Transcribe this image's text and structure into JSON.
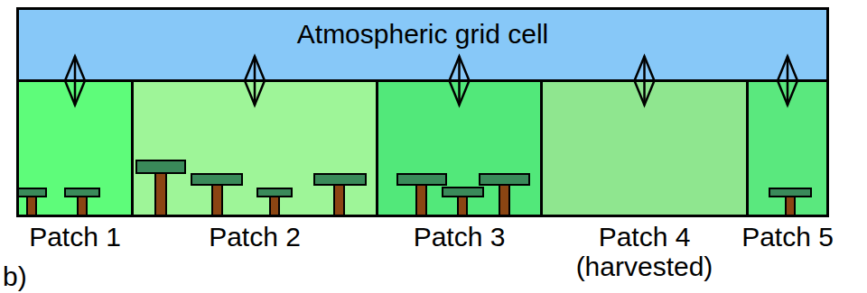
{
  "diagram": {
    "nodes": [
      {
        "text": [
          "Atmospheric grid cell"
        ]
      },
      {
        "text": [
          "Patch 1"
        ]
      },
      {
        "text": [
          "Patch 2"
        ]
      },
      {
        "text": [
          "Patch 3"
        ]
      },
      {
        "text": [
          "Patch 4 (harvested)"
        ]
      },
      {
        "text": [
          "Patch 5"
        ]
      }
    ],
    "edges": [
      {
        "from": 1,
        "to": 0,
        "arrow": "both"
      },
      {
        "from": 2,
        "to": 0,
        "arrow": "both"
      },
      {
        "from": 3,
        "to": 0,
        "arrow": "both"
      },
      {
        "from": 4,
        "to": 0,
        "arrow": "both"
      },
      {
        "from": 5,
        "to": 0,
        "arrow": "both"
      }
    ],
    "labels": [
      "b)"
    ]
  }
}
